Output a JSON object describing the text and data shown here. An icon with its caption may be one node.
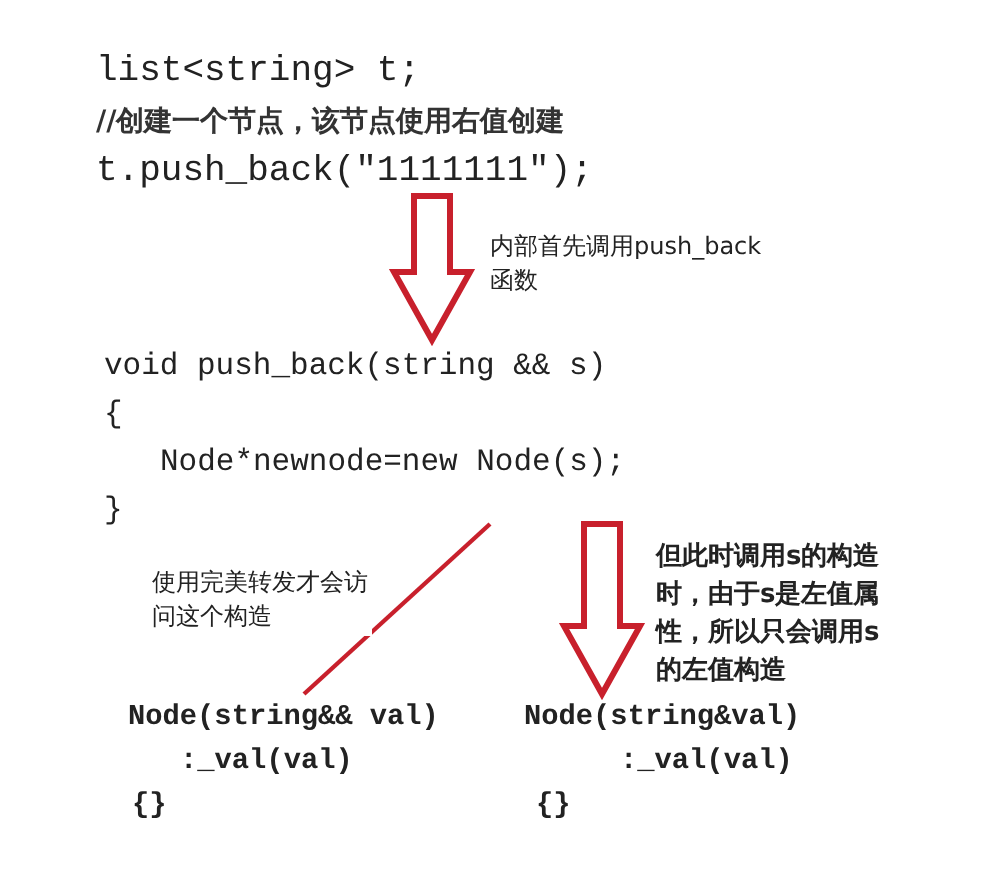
{
  "diagram": {
    "nodes": [
      {
        "text": [
          "list<string> t;",
          "//创建一个节点，该节点使用右值创建",
          "t.push_back(\"1111111\");"
        ]
      },
      {
        "text": [
          "void push_back(string && s)",
          "{",
          "Node*newnode=new Node(s);",
          "}"
        ]
      },
      {
        "text": [
          "Node(string&& val)",
          ":_val(val)",
          "{}"
        ]
      },
      {
        "text": [
          "Node(string&val)",
          ":_val(val)",
          "{}"
        ]
      }
    ],
    "edges": [
      {
        "from": 0,
        "to": 1,
        "arrow": "to",
        "style": "thick",
        "label": "内部首先调用push_back 函数"
      },
      {
        "from": 1,
        "to": 2,
        "arrow": "none",
        "label": "使用完美转发才会访问这个构造"
      },
      {
        "from": 1,
        "to": 3,
        "arrow": "to",
        "style": "thick",
        "label": "但此时调用s的构造时，由于s是左值属性，所以只会调用s的左值构造"
      }
    ]
  }
}
